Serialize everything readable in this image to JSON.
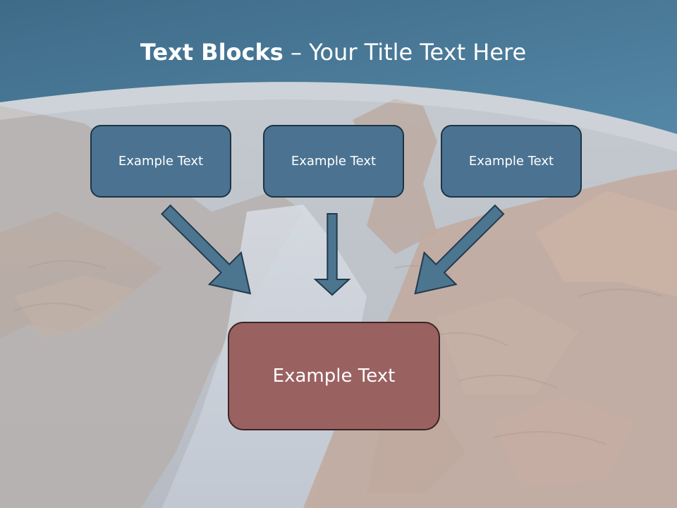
{
  "slide": {
    "title_bold": "Text Blocks",
    "title_rest": " – Your Title Text Here"
  },
  "diagram": {
    "source_boxes": [
      {
        "label": "Example Text"
      },
      {
        "label": "Example Text"
      },
      {
        "label": "Example Text"
      }
    ],
    "target_box": {
      "label": "Example Text"
    }
  },
  "colors": {
    "header": "#4b7c9c",
    "source_box_fill": "#4b7391",
    "target_box_fill": "#9a6161",
    "arrow_fill": "#4c7590",
    "arrow_stroke": "#223a4c"
  }
}
